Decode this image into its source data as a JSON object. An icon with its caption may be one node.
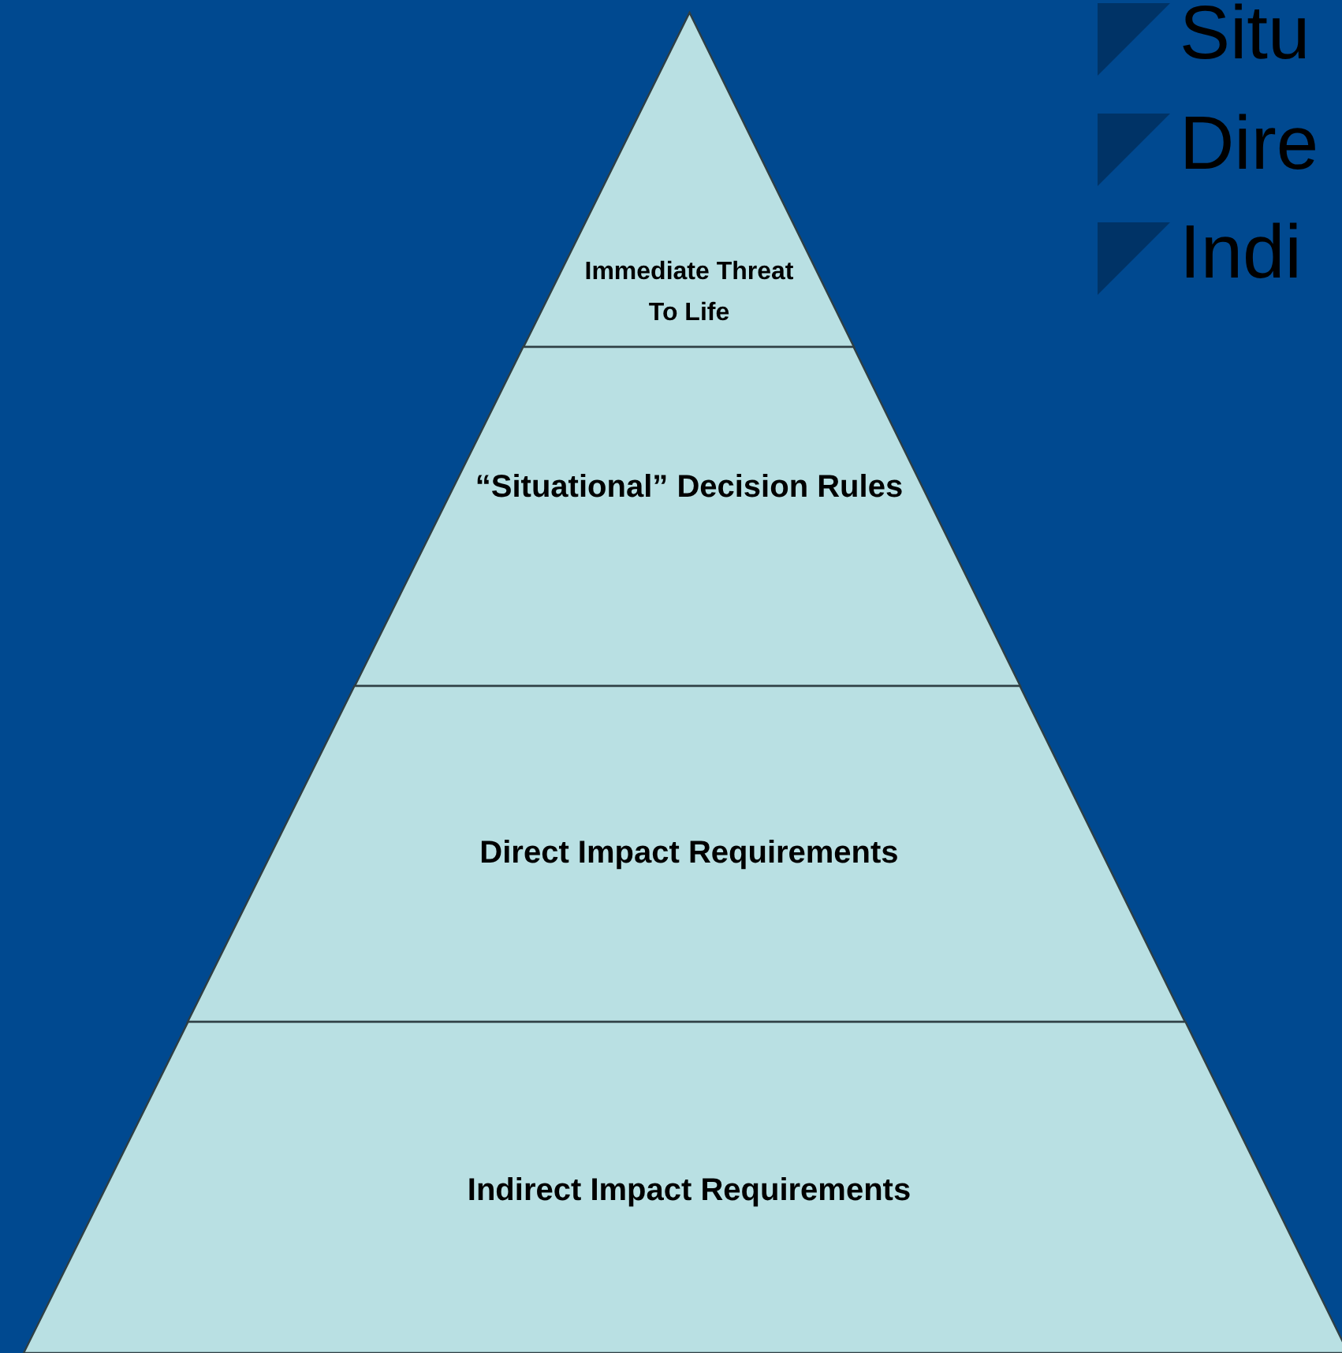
{
  "diagram": {
    "nodes": [
      {
        "text": [
          "Immediate Threat To Life"
        ]
      },
      {
        "text": [
          "“Situational” Decision Rules"
        ]
      },
      {
        "text": [
          "Direct Impact Requirements"
        ]
      },
      {
        "text": [
          "Indirect Impact Requirements"
        ]
      }
    ],
    "labels": [
      "Situ",
      "Dire",
      "Indi"
    ]
  }
}
